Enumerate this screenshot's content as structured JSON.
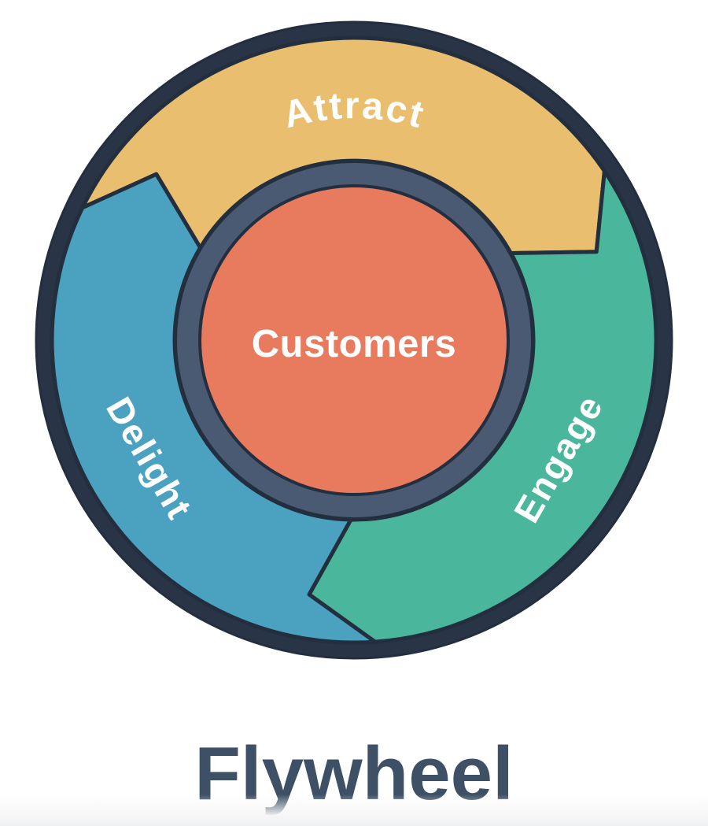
{
  "title": "Flywheel",
  "wheel": {
    "center_label": "Customers",
    "segments": [
      {
        "label": "Attract",
        "color": "#e9be6e",
        "head_angle": 60,
        "label_angle": 0
      },
      {
        "label": "Engage",
        "color": "#4ab69b",
        "head_angle": 180,
        "label_angle": 120
      },
      {
        "label": "Delight",
        "color": "#4aa2c0",
        "head_angle": 300,
        "label_angle": 240
      }
    ]
  },
  "colors": {
    "background": "#ffffff",
    "outline": "#232e3e",
    "ring": "#293547",
    "hub_ring": "#4a5a73",
    "center": "#e87a5e",
    "label_text": "#ffffff",
    "title": "#3d5065"
  }
}
